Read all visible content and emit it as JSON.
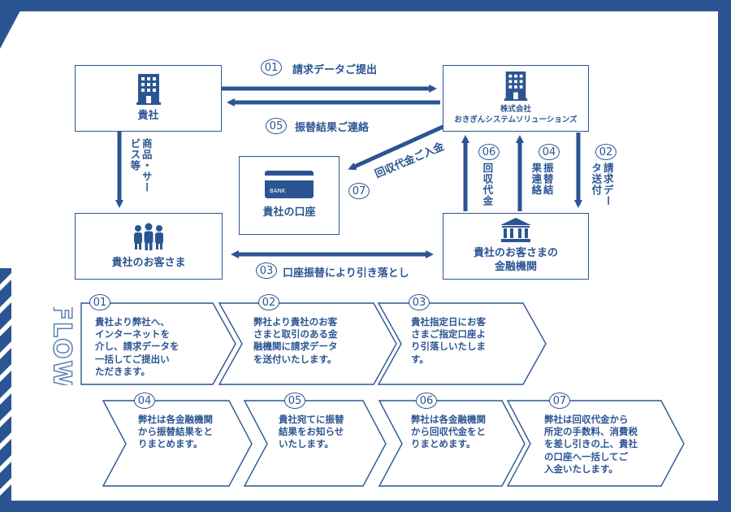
{
  "nodes": {
    "kisha": "貴社",
    "oki": "株式会社\nおきぎんシステムソリューションズ",
    "account": "貴社の口座",
    "bank_card_text": "BANK",
    "customer": "貴社のお客さま",
    "bank": "貴社のお客さまの\n金融機関"
  },
  "edges": {
    "e01": {
      "num": "01",
      "label": "請求データご提出"
    },
    "e05": {
      "num": "05",
      "label": "振替結果ご連絡"
    },
    "e07": {
      "num": "07",
      "label": "回収代金ご入金"
    },
    "e03": {
      "num": "03",
      "label": "口座振替により引き落とし"
    },
    "e06": {
      "num": "06",
      "label": "回収代金"
    },
    "e04": {
      "num": "04",
      "label": "振替結果連絡"
    },
    "e02": {
      "num": "02",
      "label": "請求データ送付"
    },
    "goods": "商品・サービス等"
  },
  "flow_word": "FLOW",
  "steps": [
    {
      "num": "01",
      "text": "貴社より弊社へ、\nインターネットを\n介し、請求データを\n一括してご提出い\nただきます。"
    },
    {
      "num": "02",
      "text": "弊社より貴社のお客\nさまと取引のある金\n融機関に請求データ\nを送付いたします。"
    },
    {
      "num": "03",
      "text": "貴社指定日にお客\nさまご指定口座よ\nり引落しいたしま\nす。"
    },
    {
      "num": "04",
      "text": "弊社は各金融機関\nから振替結果をと\nりまとめます。"
    },
    {
      "num": "05",
      "text": "貴社宛てに振替\n結果をお知らせ\nいたします。"
    },
    {
      "num": "06",
      "text": "弊社は各金融機関\nから回収代金をと\nりまとめます。"
    },
    {
      "num": "07",
      "text": "弊社は回収代金から\n所定の手数料、消費税\nを差し引きの上、貴社\nの口座へ一括してご\n入金いたします。"
    }
  ]
}
